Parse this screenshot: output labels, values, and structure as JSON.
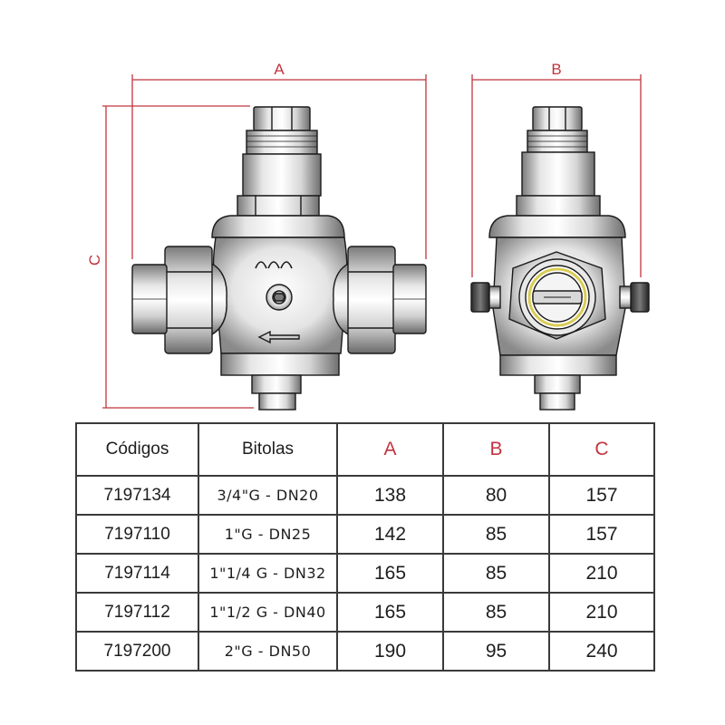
{
  "dimensions": {
    "a": "A",
    "b": "B",
    "c": "C"
  },
  "table": {
    "headers": [
      "Códigos",
      "Bitolas",
      "A",
      "B",
      "C"
    ],
    "rows": [
      [
        "7197134",
        "3/4\"G - DN20",
        "138",
        "80",
        "157"
      ],
      [
        "7197110",
        "1\"G - DN25",
        "142",
        "85",
        "157"
      ],
      [
        "7197114",
        "1\"1/4 G - DN32",
        "165",
        "85",
        "210"
      ],
      [
        "7197112",
        "1\"1/2 G - DN40",
        "165",
        "85",
        "210"
      ],
      [
        "7197200",
        "2\"G - DN50",
        "190",
        "95",
        "240"
      ]
    ]
  },
  "colors": {
    "dimension": "#c2343f",
    "ring": "#d9cc55"
  }
}
